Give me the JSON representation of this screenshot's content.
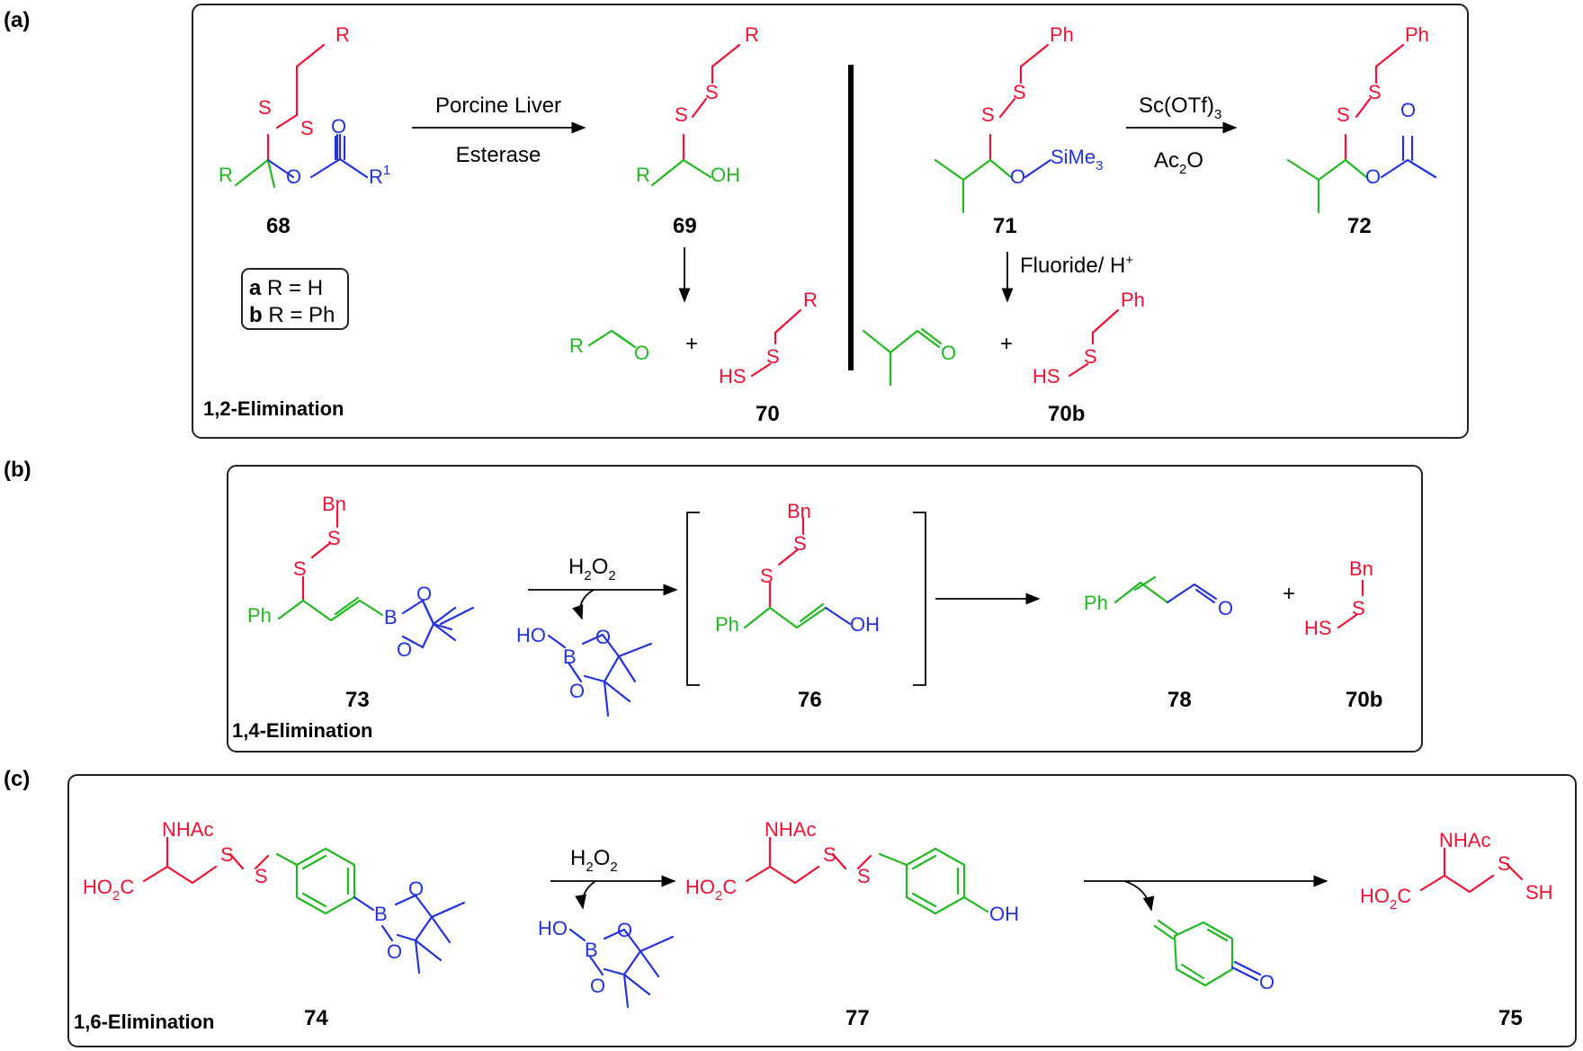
{
  "panels": {
    "a": {
      "label": "(a)",
      "mechanism": "1,2-Elimination",
      "reagents_1": {
        "top": "Porcine Liver",
        "bottom": "Esterase"
      },
      "reagents_2": {
        "top": "Sc(OTf)",
        "top_sub": "3",
        "bottom": "Ac",
        "bottom_sub": "2",
        "bottom_tail": "O"
      },
      "reagents_3": {
        "text": "Fluoride/ H",
        "sup": "+"
      },
      "legend": {
        "a_letter": "a",
        "a_text": " R = H",
        "b_letter": "b",
        "b_text": " R = Ph"
      },
      "compounds": {
        "c68": "68",
        "c69": "69",
        "c70": "70",
        "c71": "71",
        "c72": "72",
        "c70b": "70b"
      },
      "plus": "+"
    },
    "b": {
      "label": "(b)",
      "mechanism": "1,4-Elimination",
      "reagent": {
        "main": "H",
        "sub": "2",
        "tail": "O",
        "sub2": "2"
      },
      "compounds": {
        "c73": "73",
        "c76": "76",
        "c78": "78",
        "c70b": "70b"
      },
      "plus": "+"
    },
    "c": {
      "label": "(c)",
      "mechanism": "1,6-Elimination",
      "reagent": {
        "main": "H",
        "sub": "2",
        "tail": "O",
        "sub2": "2"
      },
      "compounds": {
        "c74": "74",
        "c77": "77",
        "c75": "75"
      }
    }
  },
  "atoms": {
    "R": "R",
    "R1": "R",
    "R1_sup": "1",
    "S": "S",
    "O": "O",
    "OH": "OH",
    "HS": "HS",
    "Ph": "Ph",
    "Bn": "Bn",
    "SiMe": "SiMe",
    "SiMe_sub": "3",
    "B": "B",
    "HO": "HO",
    "NHAc": "NHAc",
    "HO2C": "HO",
    "HO2C_sub": "2",
    "HO2C_tail": "C",
    "SH": "SH"
  },
  "colors": {
    "scaffold": "#22b822",
    "sulfur_chain": "#ee1133",
    "leaving_group": "#2233dd",
    "frame": "#222222"
  }
}
